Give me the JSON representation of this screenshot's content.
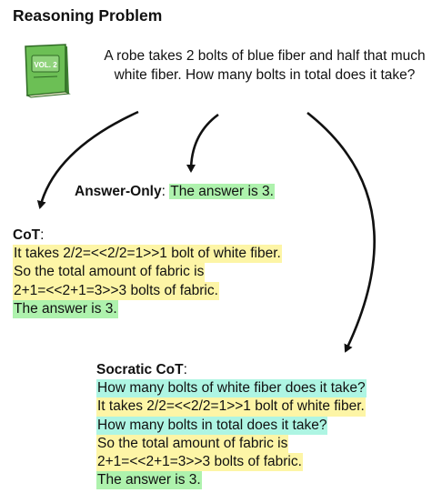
{
  "title": "Reasoning Problem",
  "book_icon": {
    "icon": "green-book-icon",
    "cover_text": "VOL. 2",
    "color": "#5aa84a"
  },
  "problem_text": "A robe takes 2 bolts of blue fiber and half that much white fiber.  How many bolts in total does it take?",
  "answer_only": {
    "label": "Answer-Only",
    "separator": ": ",
    "answer": "The answer is 3."
  },
  "cot": {
    "label": "CoT",
    "separator": ":",
    "lines": [
      {
        "text": "It takes 2/2=<<2/2=1>>1 bolt of white fiber.",
        "highlight": "yellow"
      },
      {
        "text": "So the total amount of fabric is",
        "highlight": "yellow"
      },
      {
        "text": "2+1=<<2+1=3>>3 bolts of fabric.",
        "highlight": "yellow"
      },
      {
        "text": "The answer is 3.",
        "highlight": "green"
      }
    ]
  },
  "socratic_cot": {
    "label": "Socratic CoT",
    "separator": ":",
    "lines": [
      {
        "text": "How many bolts of white fiber does it take?",
        "highlight": "cyan"
      },
      {
        "text": "It takes 2/2=<<2/2=1>>1 bolt of white fiber.",
        "highlight": "yellow"
      },
      {
        "text": "How many bolts in total does it take?",
        "highlight": "cyan"
      },
      {
        "text": "So the total amount of fabric is",
        "highlight": "yellow"
      },
      {
        "text": "2+1=<<2+1=3>>3 bolts of fabric.",
        "highlight": "yellow"
      },
      {
        "text": "The answer is 3.",
        "highlight": "green"
      }
    ]
  },
  "colors": {
    "yellow": "#fdf5a6",
    "green": "#aef2ad",
    "cyan": "#aef5e3"
  }
}
